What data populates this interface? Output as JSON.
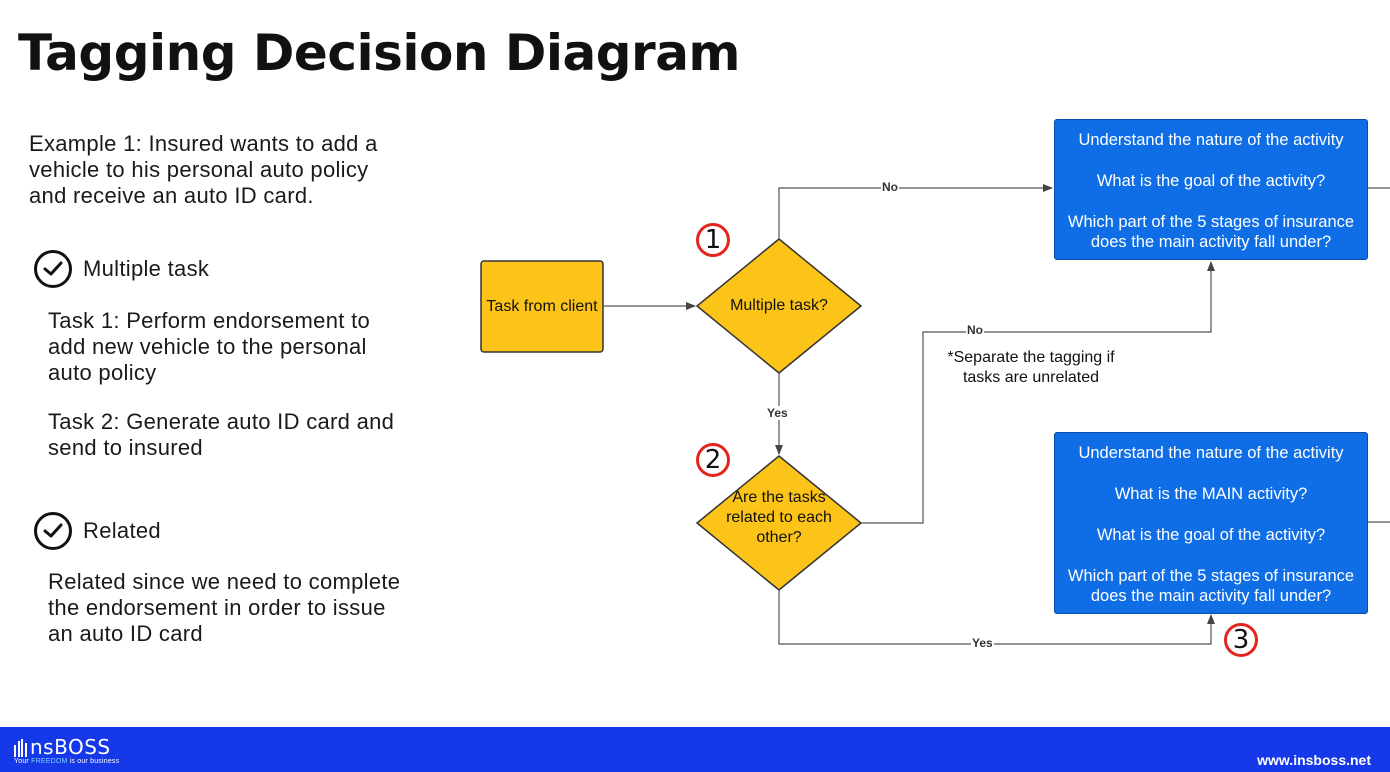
{
  "slide": {
    "title": "Tagging Decision Diagram"
  },
  "left_panel": {
    "example": "Example 1: Insured wants to add a vehicle to his personal auto policy and receive an auto ID card.",
    "multiple_task_label": "Multiple task",
    "task1": "Task 1: Perform endorsement to add new vehicle to the personal auto policy",
    "task2": "Task 2: Generate auto ID card and send to insured",
    "related_label": "Related",
    "related_text": "Related since we need to complete the endorsement in order to issue an auto ID card"
  },
  "diagram": {
    "start_node": "Task from client",
    "decision1": "Multiple task?",
    "decision2": "Are the tasks related to each other?",
    "badge1": "1",
    "badge2": "2",
    "badge3": "3",
    "edge_no_top": "No",
    "edge_yes_mid": "Yes",
    "edge_no_mid": "No",
    "edge_yes_bottom": "Yes",
    "note": "*Separate the tagging if tasks are unrelated",
    "box_top": {
      "line1": "Understand the nature of the activity",
      "line2": "What is the goal of the activity?",
      "line3": "Which part of the 5 stages of insurance does the main activity fall under?"
    },
    "box_bottom": {
      "line1": "Understand the nature of the activity",
      "line2": "What is the MAIN activity?",
      "line3": "What is the goal of the activity?",
      "line4": "Which part of the 5 stages of insurance does the main activity fall under?"
    },
    "colors": {
      "decision_fill": "#fcc419",
      "box_fill": "#0f6ee6",
      "badge_ring": "#e2261b"
    }
  },
  "footer": {
    "logo_name": "nsBOSS",
    "logo_tagline_pre": "Your ",
    "logo_tagline_highlight": "FREEDOM",
    "logo_tagline_post": " is our business",
    "website": "www.insboss.net",
    "color": "#1538e8"
  }
}
